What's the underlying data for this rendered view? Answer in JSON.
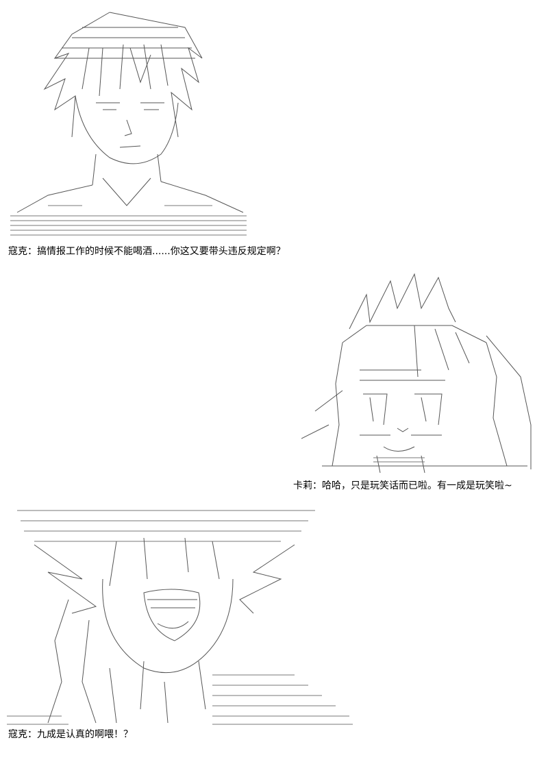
{
  "dialogue": [
    {
      "speaker": "寇克",
      "separator": "：",
      "text": "搞情报工作的时候不能喝酒......你这又要带头违反规定啊？"
    },
    {
      "speaker": "卡莉",
      "separator": "：",
      "text": "哈哈，只是玩笑话而已啦。有一成是玩笑啦~"
    },
    {
      "speaker": "寇克",
      "separator": "：",
      "text": "九成是认真的啊喂！？"
    }
  ],
  "art": [
    {
      "name": "kirk-ascii-portrait",
      "depicts": "ascii art of a young man with spiky hair"
    },
    {
      "name": "kari-ascii-portrait",
      "depicts": "ascii art of a girl with cat-ear hat and bangs, smiling"
    },
    {
      "name": "kirk-ascii-shouting",
      "depicts": "ascii art of a young man shouting with open mouth"
    }
  ],
  "colors": {
    "ink": "#000000",
    "background": "#ffffff"
  }
}
